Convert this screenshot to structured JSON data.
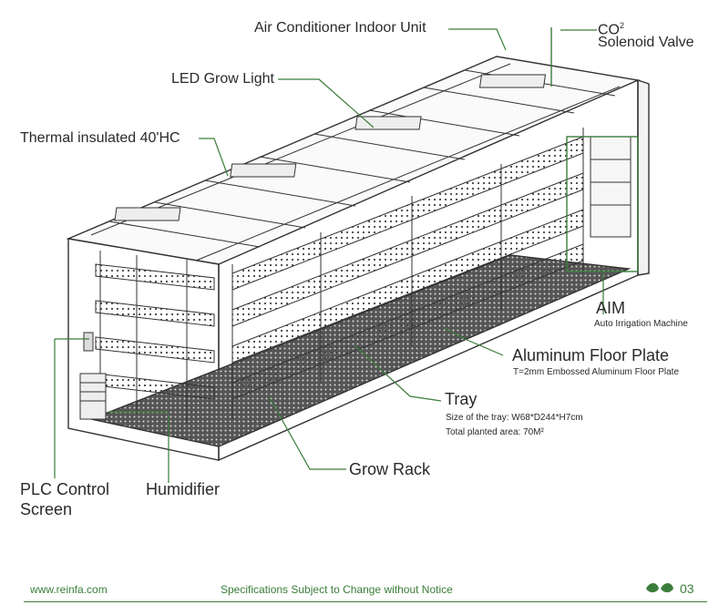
{
  "labels": {
    "air_conditioner": "Air Conditioner Indoor Unit",
    "co2_main": "CO",
    "co2_sub": "2",
    "solenoid": "Solenoid Valve",
    "led": "LED Grow Light",
    "thermal": "Thermal insulated 40'HC",
    "aim": "AIM",
    "aim_sub": "Auto Irrigation Machine",
    "floor": "Aluminum Floor Plate",
    "floor_sub": "T=2mm Embossed Aluminum Floor Plate",
    "tray": "Tray",
    "tray_size": "Size of the tray: W68*D244*H7cm",
    "tray_area": "Total planted area: 70M²",
    "grow_rack": "Grow Rack",
    "plc_1": "PLC Control",
    "plc_2": "Screen",
    "humidifier": "Humidifier"
  },
  "footer": {
    "website": "www.reinfa.com",
    "notice": "Specifications Subject to Change without Notice",
    "page": "03"
  },
  "colors": {
    "leader": "#3a7d3a",
    "accent": "#3a7d3a",
    "drawing": "#333333"
  }
}
